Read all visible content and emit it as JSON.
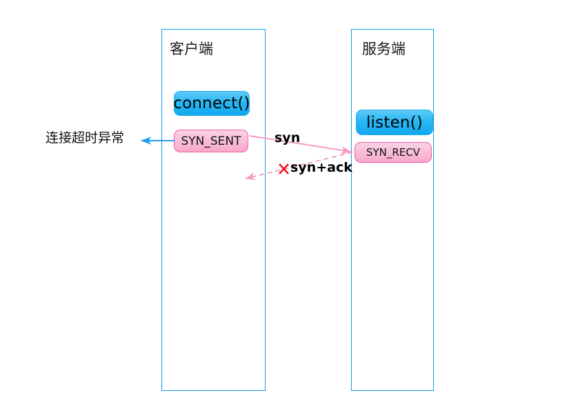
{
  "diagram": {
    "title_client": "客户端",
    "title_server": "服务端",
    "colors": {
      "lane_border": "#0f9bef",
      "call_box_fill": "#28b7f5",
      "call_box_border": "#1aa9ee",
      "state_box_fill": "#f7a9cb",
      "state_box_border": "#f25aa8",
      "message_arrow": "#f598c4",
      "timeout_arrow": "#1f9cf0",
      "cross_mark": "#e8171f",
      "background": "#ffffff"
    }
  },
  "client": {
    "call_label": "connect()",
    "state_label": "SYN_SENT"
  },
  "server": {
    "call_label": "listen()",
    "state_label": "SYN_RECV"
  },
  "messages": {
    "syn": "syn",
    "syn_ack": "syn+ack",
    "syn_ack_blocked_icon": "cross-mark-icon"
  },
  "annotations": {
    "timeout": "连接超时异常"
  }
}
